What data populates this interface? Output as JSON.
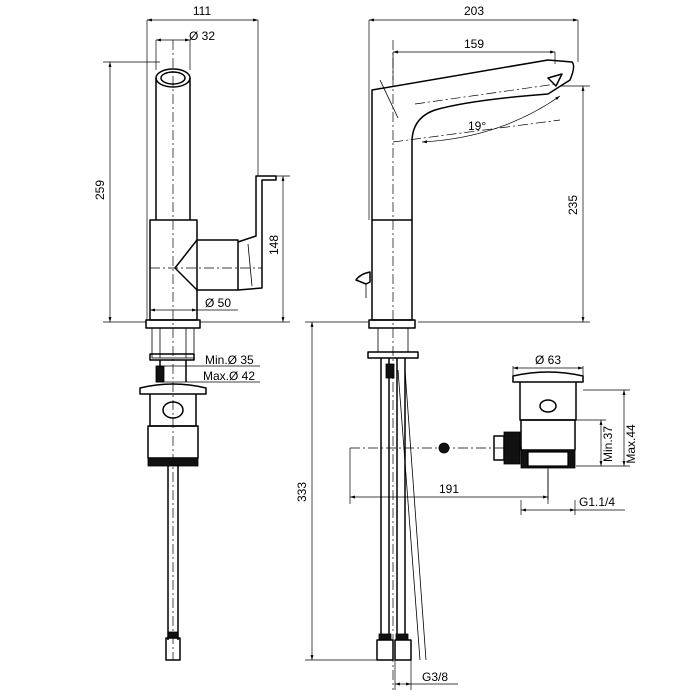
{
  "colors": {
    "line": "#000000",
    "background": "#ffffff"
  },
  "dimensions": {
    "side_width": "111",
    "spout_diameter": "Ø 32",
    "side_height": "259",
    "handle_height": "148",
    "body_diameter": "Ø 50",
    "hole_min": "Min.Ø 35",
    "hole_max": "Max.Ø 42",
    "front_width": "203",
    "spout_reach": "159",
    "spout_angle": "19°",
    "spout_height": "235",
    "hose_length": "333",
    "rod_length": "191",
    "waste_diameter": "Ø 63",
    "waste_min": "Min.37",
    "waste_max": "Max.44",
    "waste_thread": "G1.1/4",
    "hose_thread": "G3/8"
  }
}
